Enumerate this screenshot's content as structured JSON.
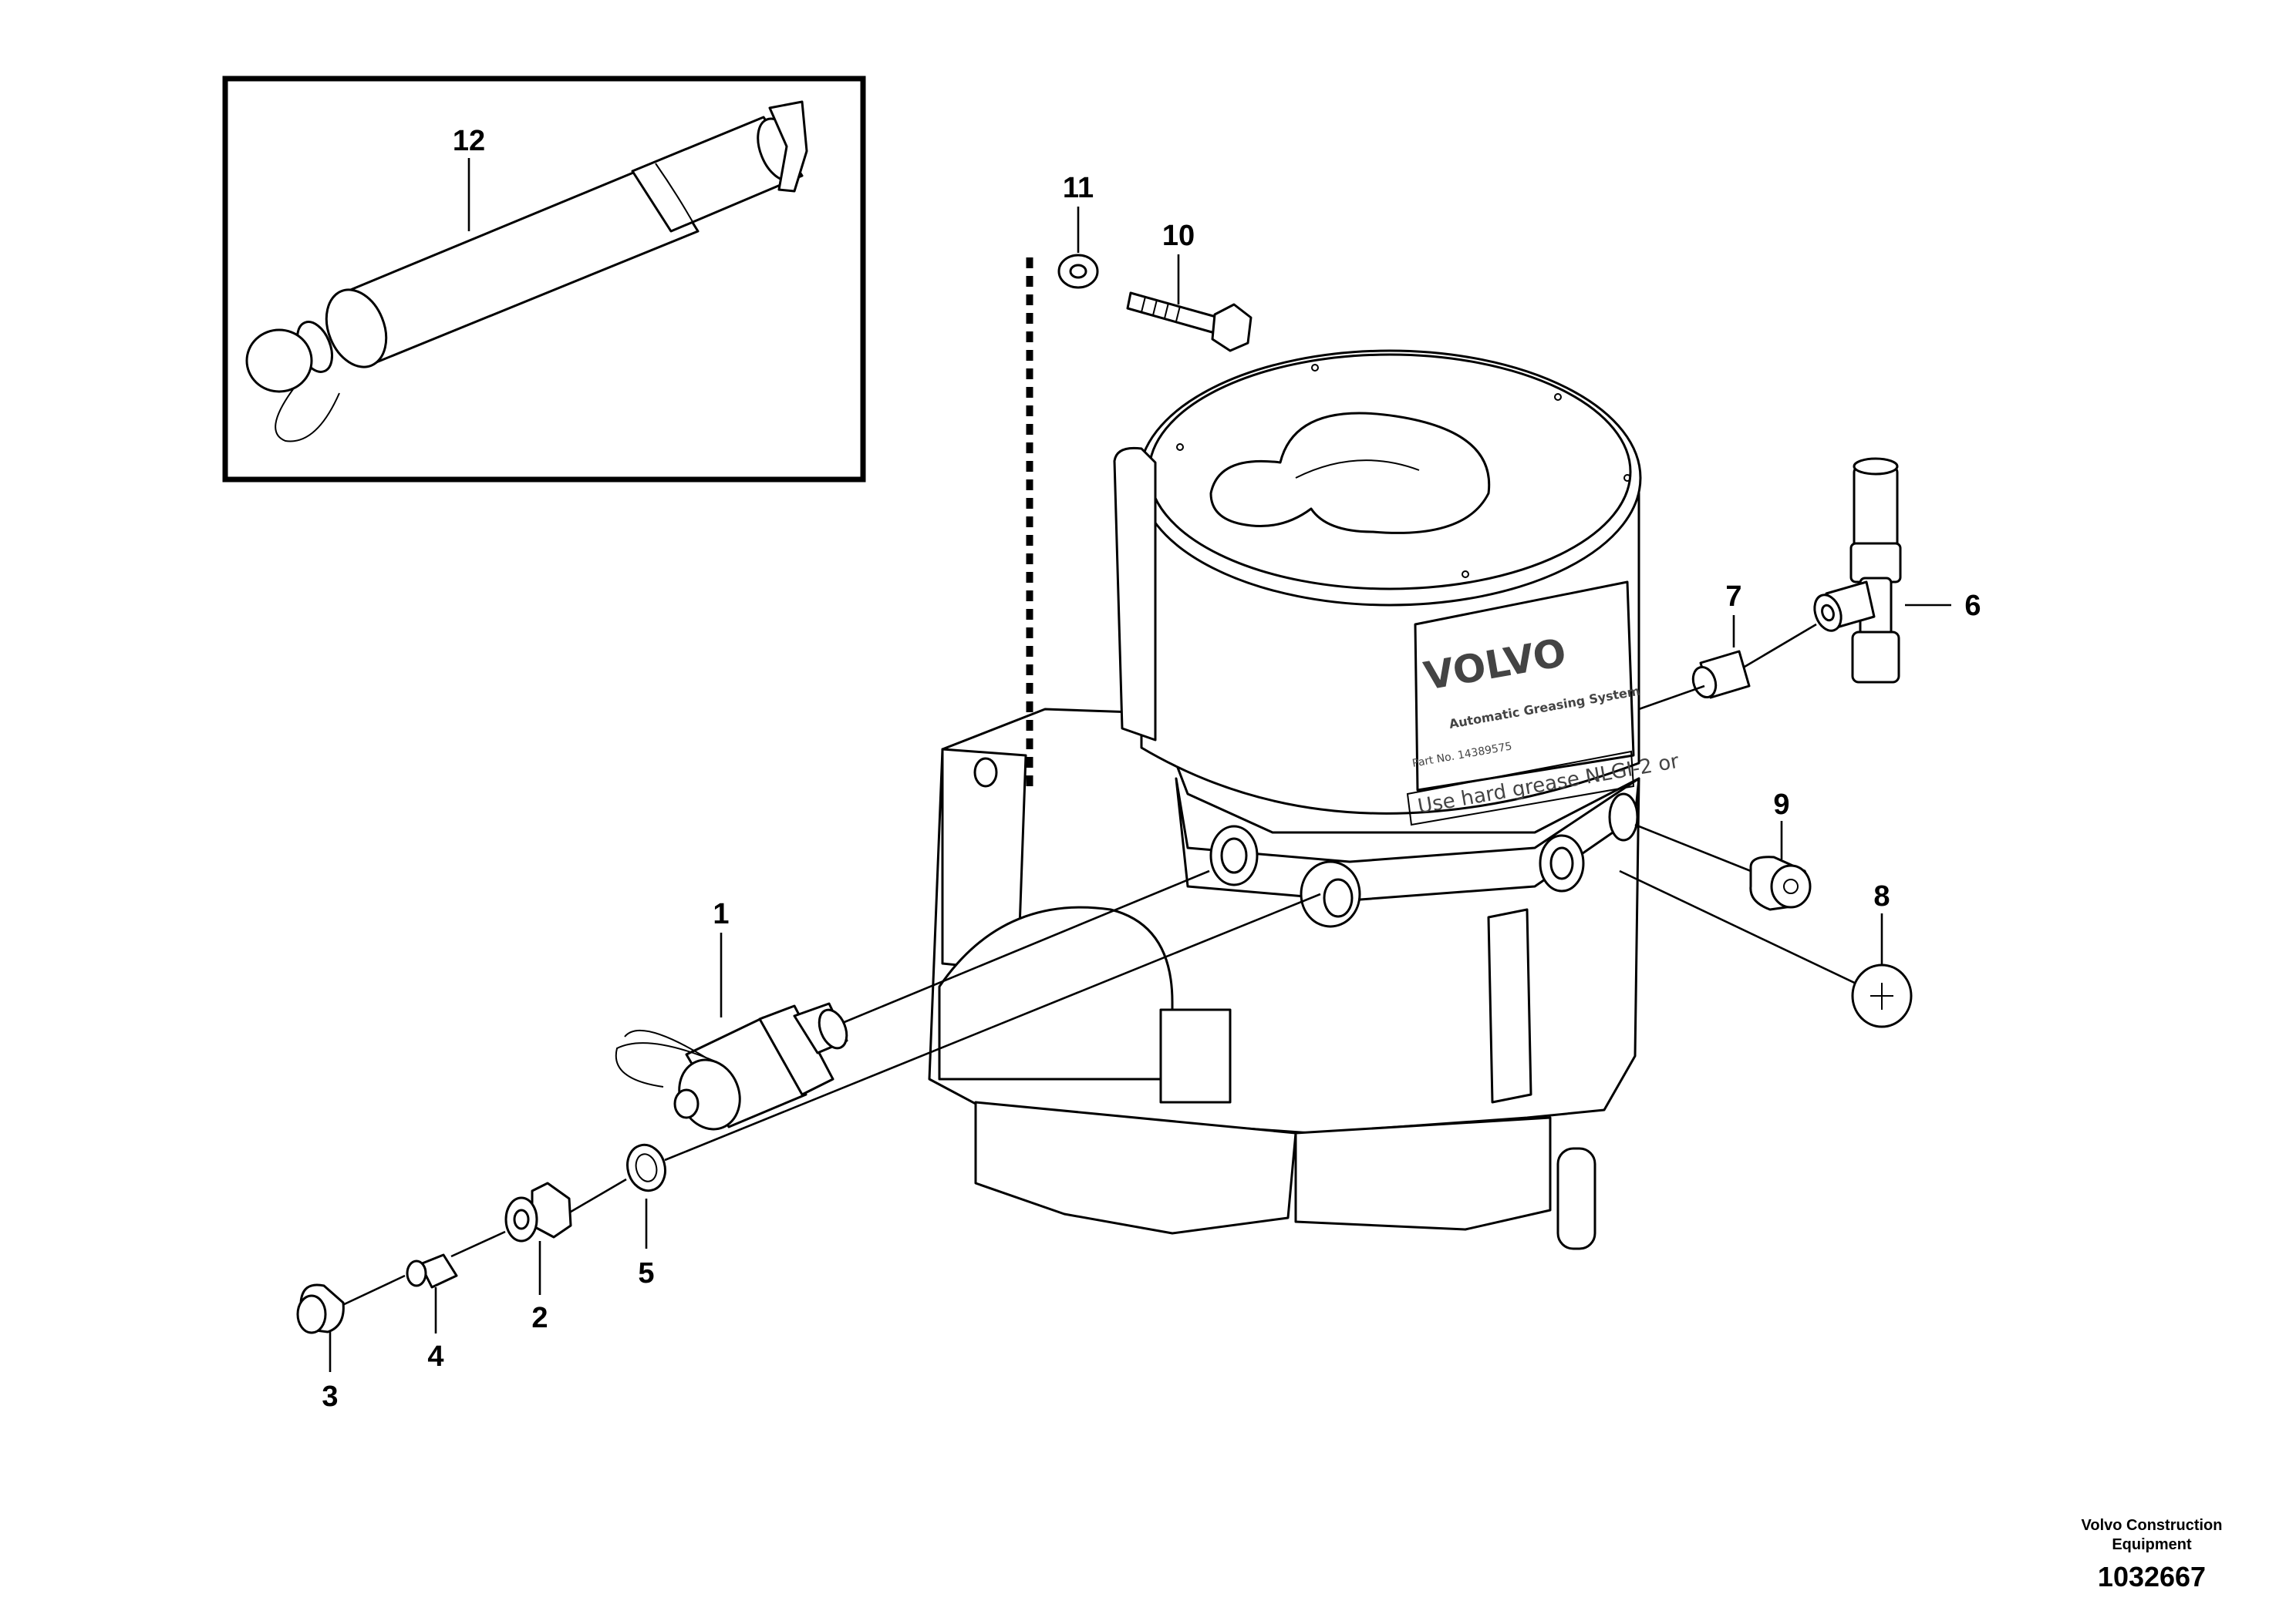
{
  "callouts": {
    "c1": "1",
    "c2": "2",
    "c3": "3",
    "c4": "4",
    "c5": "5",
    "c6": "6",
    "c7": "7",
    "c8": "8",
    "c9": "9",
    "c10": "10",
    "c11": "11",
    "c12": "12"
  },
  "unit_label": {
    "brand": "VOLVO",
    "line1": "Automatic Greasing System",
    "line2": "Part No. 14389575",
    "line3": "Use hard grease NLGI-2 or"
  },
  "footer": {
    "company_line1": "Volvo Construction",
    "company_line2": "Equipment",
    "drawing_number": "1032667"
  }
}
